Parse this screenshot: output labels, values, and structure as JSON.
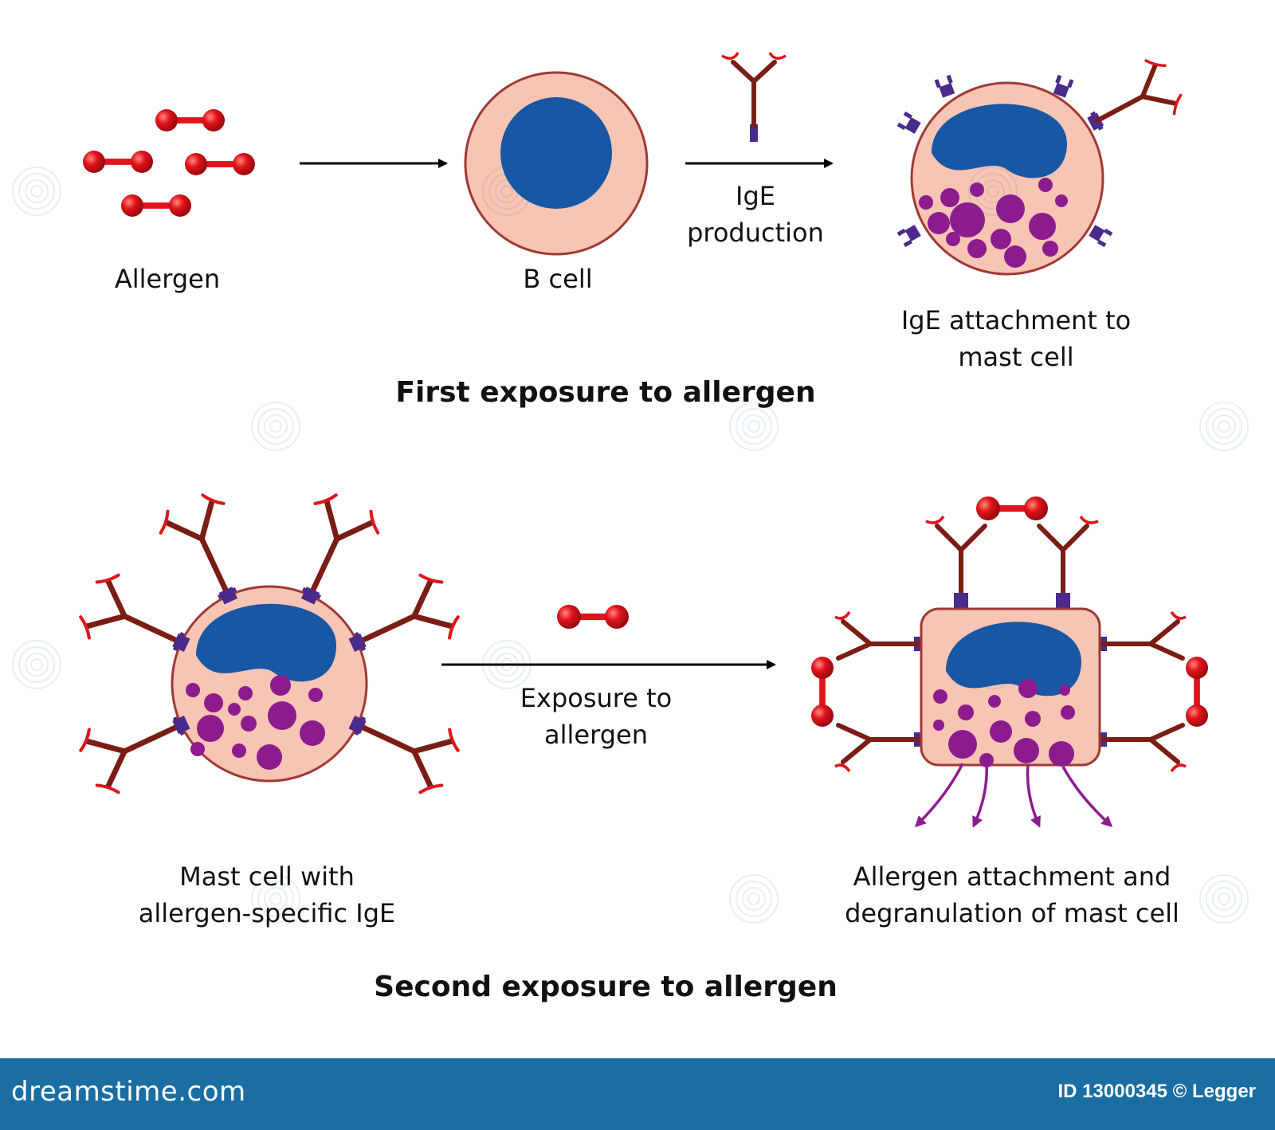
{
  "labels": {
    "allergen": "Allergen",
    "b_cell": "B cell",
    "ige_production": [
      "IgE",
      "production"
    ],
    "ige_attachment": [
      "IgE attachment to",
      "mast cell"
    ],
    "mast_cell_ige": [
      "Mast cell with",
      "allergen-specific IgE"
    ],
    "exposure": [
      "Exposure to",
      "allergen"
    ],
    "degranulation": [
      "Allergen attachment and",
      "degranulation of mast cell"
    ]
  },
  "titles": {
    "first": "First exposure to allergen",
    "second": "Second exposure to allergen"
  },
  "footer": {
    "logo": "dreamstime.com",
    "credit": "ID 13000345 © Legger"
  },
  "colors": {
    "allergen": "#e0141a",
    "cell_fill": "#f8c4b4",
    "cell_border": "#9e3a36",
    "nucleus": "#1757a4",
    "granule": "#8c1c8e",
    "antibody": "#7a1d14",
    "antibody_tip": "#e0141a",
    "receptor": "#4a2a8c",
    "footer_bg": "#1a6ea1"
  }
}
